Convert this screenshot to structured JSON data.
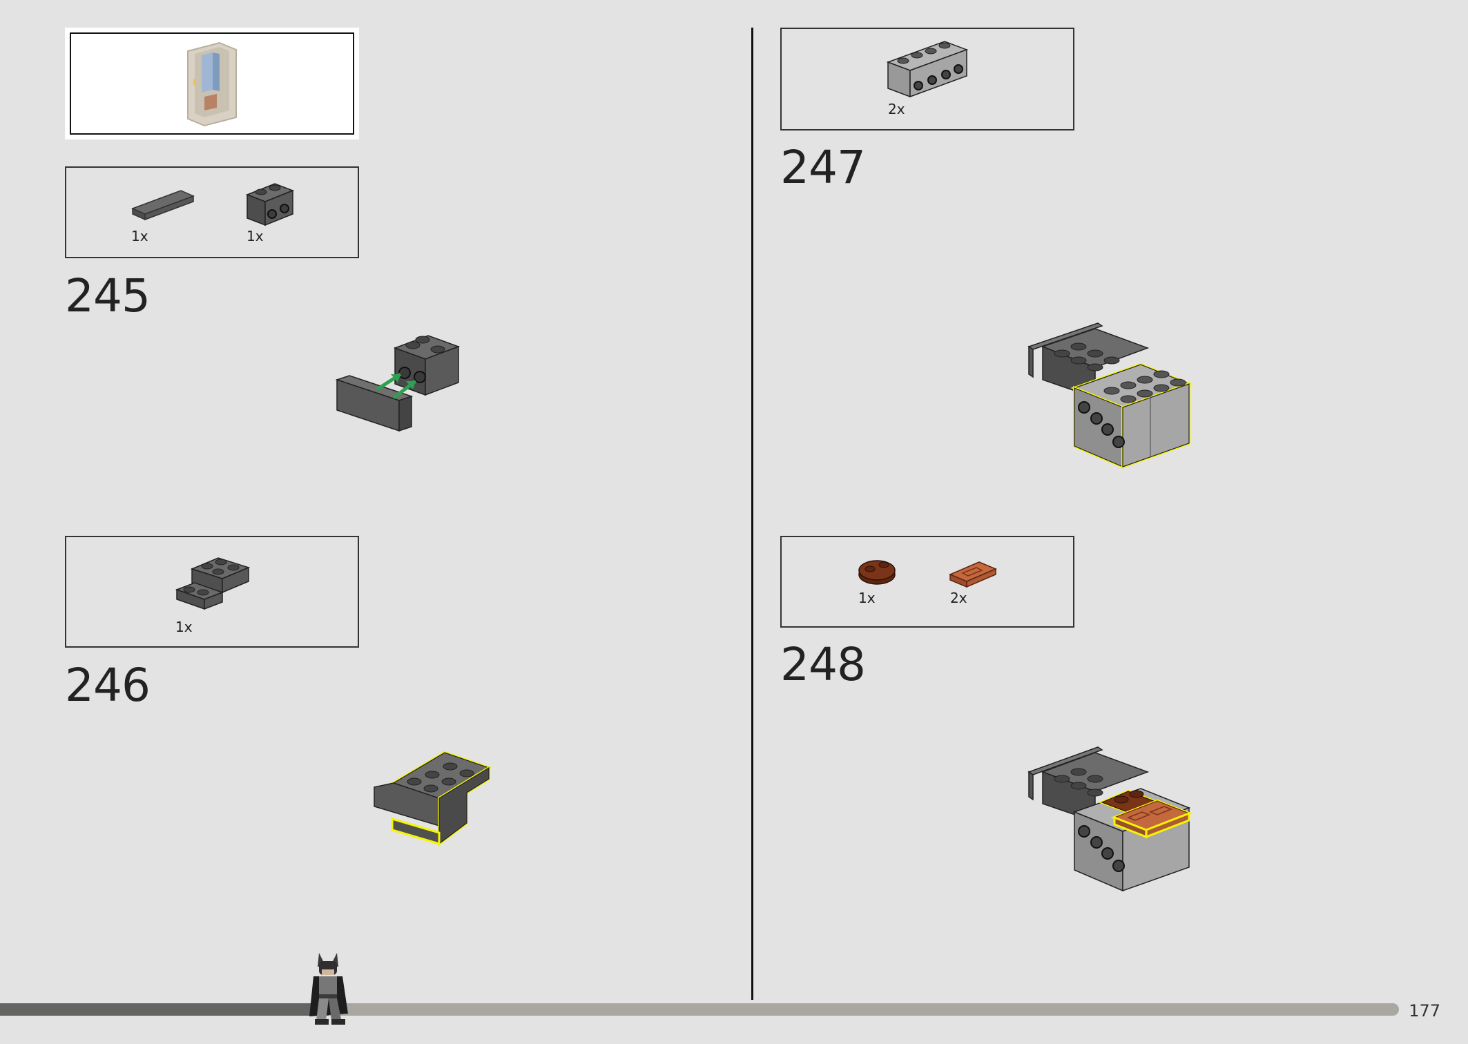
{
  "steps": {
    "s245": {
      "number": "245",
      "parts": [
        {
          "qty": "1x"
        },
        {
          "qty": "1x"
        }
      ]
    },
    "s246": {
      "number": "246",
      "parts": [
        {
          "qty": "1x"
        }
      ]
    },
    "s247": {
      "number": "247",
      "parts": [
        {
          "qty": "2x"
        }
      ]
    },
    "s248": {
      "number": "248",
      "parts": [
        {
          "qty": "1x"
        },
        {
          "qty": "2x"
        }
      ]
    }
  },
  "page": {
    "number": "177"
  },
  "progress": {
    "fraction": 0.235
  },
  "colors": {
    "background": "#e3e3e3",
    "dark_bluish_gray": "#5a5a5a",
    "light_bluish_gray": "#a5a5a5",
    "reddish_brown": "#7a3418",
    "medium_nougat": "#c4683e",
    "highlight": "#f5f500",
    "arrow": "#2ea04f"
  },
  "icons": {
    "thumbnail": "assembly-thumbnail-icon",
    "minifigure": "batman-minifigure-icon"
  }
}
